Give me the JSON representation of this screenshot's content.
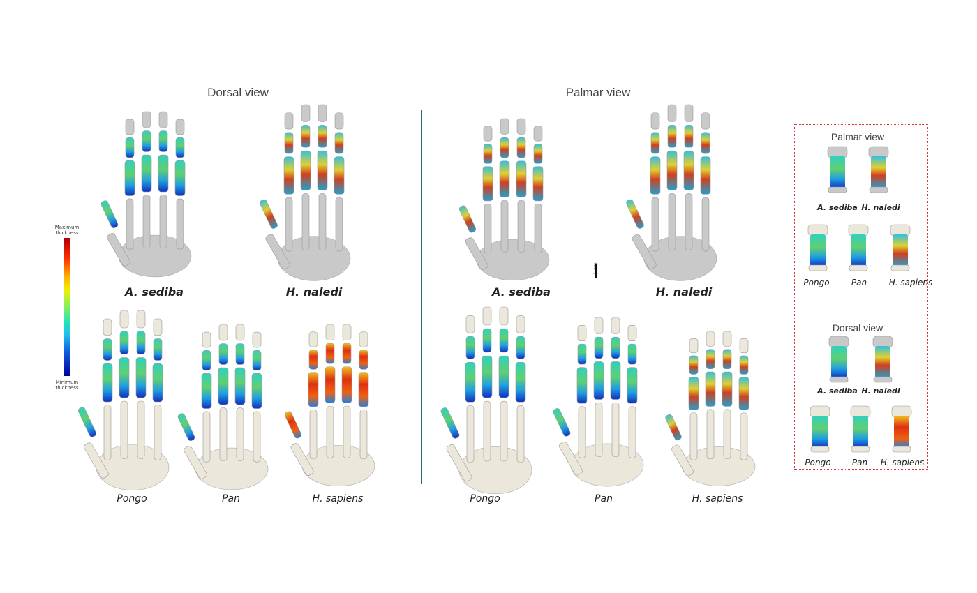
{
  "dorsal": {
    "title": "Dorsal view",
    "fossils": [
      {
        "label": "A. sediba",
        "heat": "cool"
      },
      {
        "label": "H. naledi",
        "heat": "mixed"
      }
    ],
    "modern": [
      {
        "label": "Pongo",
        "heat": "cool"
      },
      {
        "label": "Pan",
        "heat": "cool"
      },
      {
        "label": "H. sapiens",
        "heat": "warm"
      }
    ]
  },
  "palmar": {
    "title": "Palmar view",
    "fossils": [
      {
        "label": "A. sediba",
        "heat": "mixed"
      },
      {
        "label": "H. naledi",
        "heat": "mixed"
      }
    ],
    "modern": [
      {
        "label": "Pongo",
        "heat": "cool"
      },
      {
        "label": "Pan",
        "heat": "cool"
      },
      {
        "label": "H. sapiens",
        "heat": "mixed"
      }
    ]
  },
  "legend": {
    "max_label": "Maximum thickness",
    "min_label": "Minimum thickness",
    "colormap": "jet"
  },
  "scale_bar": "1 cm",
  "inset": {
    "palmar_title": "Palmar view",
    "palmar_fossils": [
      "A. sediba",
      "H. naledi"
    ],
    "palmar_modern": [
      "Pongo",
      "Pan",
      "H. sapiens"
    ],
    "dorsal_title": "Dorsal view",
    "dorsal_fossils": [
      "A. sediba",
      "H. naledi"
    ],
    "dorsal_modern": [
      "Pongo",
      "Pan",
      "H. sapiens"
    ],
    "border_color": "#d23a3a"
  },
  "colors": {
    "divider": "#2d6b7e",
    "fossil_bone": "#c9c9c9",
    "modern_bone": "#ebe7da"
  }
}
